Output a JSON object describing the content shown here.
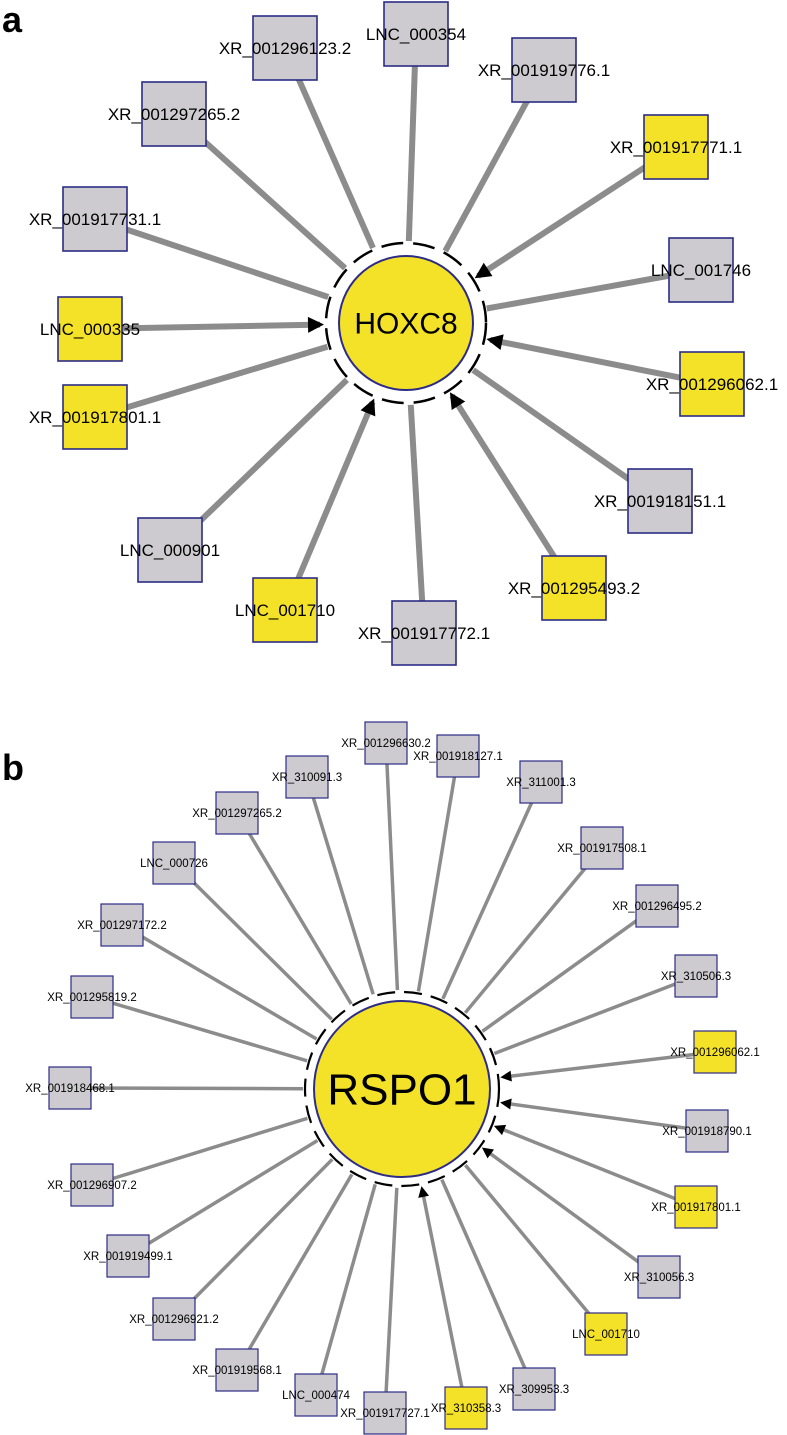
{
  "colors": {
    "edge": "#8c8c8c",
    "gray_node": "#cdcbcf",
    "yellow_node": "#f4e229",
    "node_border": "#2c2c86",
    "hub_fill": "#f4e229",
    "hub_border": "#2c2c86"
  },
  "panel_a": {
    "label": "a",
    "hub": "HOXC8",
    "nodes": [
      {
        "label": "XR_001296123.2",
        "color": "gray",
        "arrow": false
      },
      {
        "label": "LNC_000354",
        "color": "gray",
        "arrow": false
      },
      {
        "label": "XR_001919776.1",
        "color": "gray",
        "arrow": false
      },
      {
        "label": "XR_001917771.1",
        "color": "yellow",
        "arrow": true
      },
      {
        "label": "LNC_001746",
        "color": "gray",
        "arrow": false
      },
      {
        "label": "XR_001296062.1",
        "color": "yellow",
        "arrow": true
      },
      {
        "label": "XR_001918151.1",
        "color": "gray",
        "arrow": false
      },
      {
        "label": "XR_001295493.2",
        "color": "yellow",
        "arrow": true
      },
      {
        "label": "XR_001917772.1",
        "color": "gray",
        "arrow": false
      },
      {
        "label": "LNC_001710",
        "color": "yellow",
        "arrow": true
      },
      {
        "label": "LNC_000901",
        "color": "gray",
        "arrow": false
      },
      {
        "label": "XR_001917801.1",
        "color": "yellow",
        "arrow": false
      },
      {
        "label": "LNC_000335",
        "color": "yellow",
        "arrow": true
      },
      {
        "label": "XR_001917731.1",
        "color": "gray",
        "arrow": false
      },
      {
        "label": "XR_001297265.2",
        "color": "gray",
        "arrow": false
      }
    ]
  },
  "panel_b": {
    "label": "b",
    "hub": "RSPO1",
    "nodes": [
      {
        "label": "XR_001296630.2",
        "color": "gray",
        "arrow": false
      },
      {
        "label": "XR_001918127.1",
        "color": "gray",
        "arrow": false
      },
      {
        "label": "XR_311001.3",
        "color": "gray",
        "arrow": false
      },
      {
        "label": "XR_001917508.1",
        "color": "gray",
        "arrow": false
      },
      {
        "label": "XR_001296495.2",
        "color": "gray",
        "arrow": false
      },
      {
        "label": "XR_310506.3",
        "color": "gray",
        "arrow": false
      },
      {
        "label": "XR_001296062.1",
        "color": "yellow",
        "arrow": true
      },
      {
        "label": "XR_001918790.1",
        "color": "gray",
        "arrow": true
      },
      {
        "label": "XR_001917801.1",
        "color": "yellow",
        "arrow": true
      },
      {
        "label": "XR_310056.3",
        "color": "gray",
        "arrow": true
      },
      {
        "label": "LNC_001710",
        "color": "yellow",
        "arrow": false
      },
      {
        "label": "XR_309953.3",
        "color": "gray",
        "arrow": false
      },
      {
        "label": "XR_310358.3",
        "color": "yellow",
        "arrow": true
      },
      {
        "label": "XR_001917727.1",
        "color": "gray",
        "arrow": false
      },
      {
        "label": "LNC_000474",
        "color": "gray",
        "arrow": false
      },
      {
        "label": "XR_001919568.1",
        "color": "gray",
        "arrow": false
      },
      {
        "label": "XR_001296921.2",
        "color": "gray",
        "arrow": false
      },
      {
        "label": "XR_001919499.1",
        "color": "gray",
        "arrow": false
      },
      {
        "label": "XR_001296907.2",
        "color": "gray",
        "arrow": false
      },
      {
        "label": "XR_001918468.1",
        "color": "gray",
        "arrow": false
      },
      {
        "label": "XR_001295819.2",
        "color": "gray",
        "arrow": false
      },
      {
        "label": "XR_001297172.2",
        "color": "gray",
        "arrow": false
      },
      {
        "label": "LNC_000726",
        "color": "gray",
        "arrow": false
      },
      {
        "label": "XR_001297265.2",
        "color": "gray",
        "arrow": false
      },
      {
        "label": "XR_310091.3",
        "color": "gray",
        "arrow": false
      }
    ]
  }
}
